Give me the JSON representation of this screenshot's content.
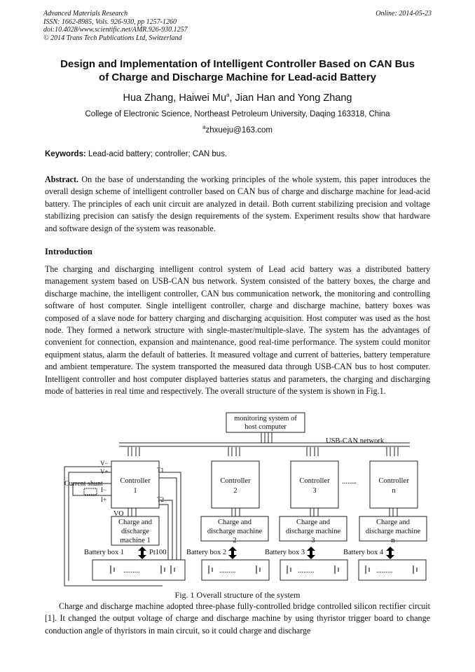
{
  "header": {
    "journal": "Advanced Materials Research",
    "issn": "ISSN: 1662-8985, Vols. 926-930, pp 1257-1260",
    "doi": "doi:10.4028/www.scientific.net/AMR.926-930.1257",
    "copyright": "© 2014 Trans Tech Publications Ltd, Switzerland",
    "online": "Online: 2014-05-23"
  },
  "title_line1": "Design and Implementation of Intelligent Controller Based on CAN Bus",
  "title_line2": "of Charge and Discharge Machine for Lead-acid Battery",
  "authors": "Hua Zhang, Haiwei Mu",
  "authors_sup": "a",
  "authors_rest": ", Jian Han and Yong Zhang",
  "affiliation": "College of Electronic Science, Northeast Petroleum University, Daqing 163318, China",
  "email_sup": "a",
  "email": "zhxueju@163.com",
  "keywords_label": "Keywords:",
  "keywords": " Lead-acid battery; controller; CAN bus.",
  "abstract_label": "Abstract.",
  "abstract": " On the base of understanding the working principles of the whole system, this paper introduces the overall design scheme of intelligent controller based on CAN bus of charge and discharge machine for lead-acid battery. The principles of each unit circuit are analyzed in detail. Both current stabilizing precision and voltage stabilizing precision can satisfy the design requirements of the system. Experiment results show that hardware and software design of the system was reasonable.",
  "intro_heading": "Introduction",
  "intro": "The charging and discharging intelligent control system of Lead acid battery was a distributed battery management system based on USB-CAN bus network. System consisted of the battery boxes, the charge and discharge machine, the intelligent controller, CAN bus communication network, the monitoring and controlling software of host computer. Single intelligent controller, charge and discharge machine, battery boxes was composed of a slave node for battery charging and discharging acquisition. Host computer was used as the host node. They formed a network structure with single-master/multiple-slave. The system has the advantages of convenient for connection, expansion and maintenance, good real-time performance. The system could monitor equipment status, alarm the default of batteries. It measured voltage and current of batteries, battery temperature and ambient temperature. The system transported the measured data through USB-CAN bus to host computer. Intelligent controller and host computer displayed batteries status and parameters, the charging and discharging mode of batteries in real time and respectively. The overall structure of the system is shown in Fig.1.",
  "figure": {
    "host_line1": "monitoring system of",
    "host_line2": "host computer",
    "network": "USB-CAN network",
    "controller": "Controller",
    "controller_ids": [
      "1",
      "2",
      "3",
      "n"
    ],
    "dots": "........",
    "cdm_line1": "Charge and",
    "cdm_line2": "discharge",
    "cdm_line3": "machine 1",
    "cdm2_line1": "Charge and",
    "cdm2_line2": "discharge machine",
    "cdm_ids": [
      "2",
      "3",
      "n"
    ],
    "battery_boxes": [
      "Battery box 1",
      "Battery box 2",
      "Battery box 3",
      "Battery box 4"
    ],
    "pt100": "Pt100",
    "current_shunt": "Current shunt",
    "v_minus": "V−",
    "v_plus": "V+",
    "i_minus": "I−",
    "i_plus": "I+",
    "vo": "VO",
    "t1": "T1",
    "t2": "T2",
    "cell_dots": "........."
  },
  "caption": "Fig. 1 Overall structure of the system",
  "para2": "Charge and discharge machine adopted three-phase fully-controlled bridge controlled silicon rectifier circuit [1]. It changed the output voltage of charge and discharge machine by using thyristor trigger board to change conduction angle of thyristors in main circuit, so it could charge and discharge"
}
